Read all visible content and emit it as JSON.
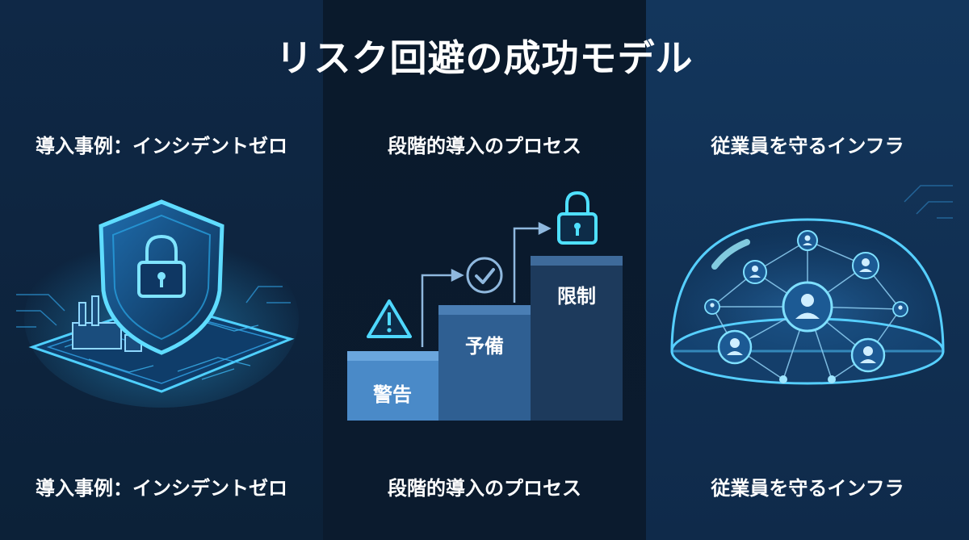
{
  "title": "リスク回避の成功モデル",
  "columns": [
    {
      "heading_top": "導入事例：インシデントゼロ",
      "heading_bottom": "導入事例：インシデントゼロ",
      "icon": "shield-lock-icon"
    },
    {
      "heading_top": "段階的導入のプロセス",
      "heading_bottom": "段階的導入のプロセス",
      "steps": [
        "警告",
        "予備",
        "限制"
      ],
      "step_icons": [
        "warning-icon",
        "check-icon",
        "lock-icon"
      ]
    },
    {
      "heading_top": "従業員を守るインフラ",
      "heading_bottom": "従業員を守るインフラ",
      "icon": "dome-network-icon"
    }
  ],
  "colors": {
    "accent": "#3ec9ff",
    "step_light": "#4a8ac8",
    "step_mid": "#2f5f92",
    "step_dark": "#1d3a5c"
  }
}
